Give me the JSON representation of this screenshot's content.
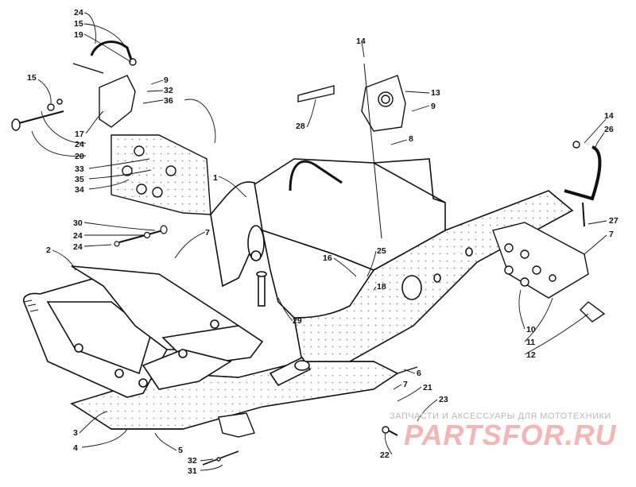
{
  "diagram": {
    "callouts": [
      "24",
      "15",
      "19",
      "9",
      "32",
      "36",
      "15",
      "17",
      "24",
      "20",
      "33",
      "35",
      "34",
      "1",
      "7",
      "30",
      "24",
      "24",
      "2",
      "14",
      "13",
      "9",
      "28",
      "8",
      "14",
      "26",
      "27",
      "7",
      "16",
      "25",
      "18",
      "10",
      "11",
      "12",
      "29",
      "6",
      "7",
      "21",
      "23",
      "3",
      "4",
      "5",
      "32",
      "31",
      "22"
    ]
  },
  "watermark": {
    "tagline": "ЗАПЧАСТИ И АКСЕССУАРЫ ДЛЯ МОТОТЕХНИКИ",
    "logo_text": "PARTSFOR.RU"
  },
  "colors": {
    "ink": "#111111",
    "watermark_tagline": "#b9b9b9",
    "watermark_logo": "#f2a9a9"
  }
}
